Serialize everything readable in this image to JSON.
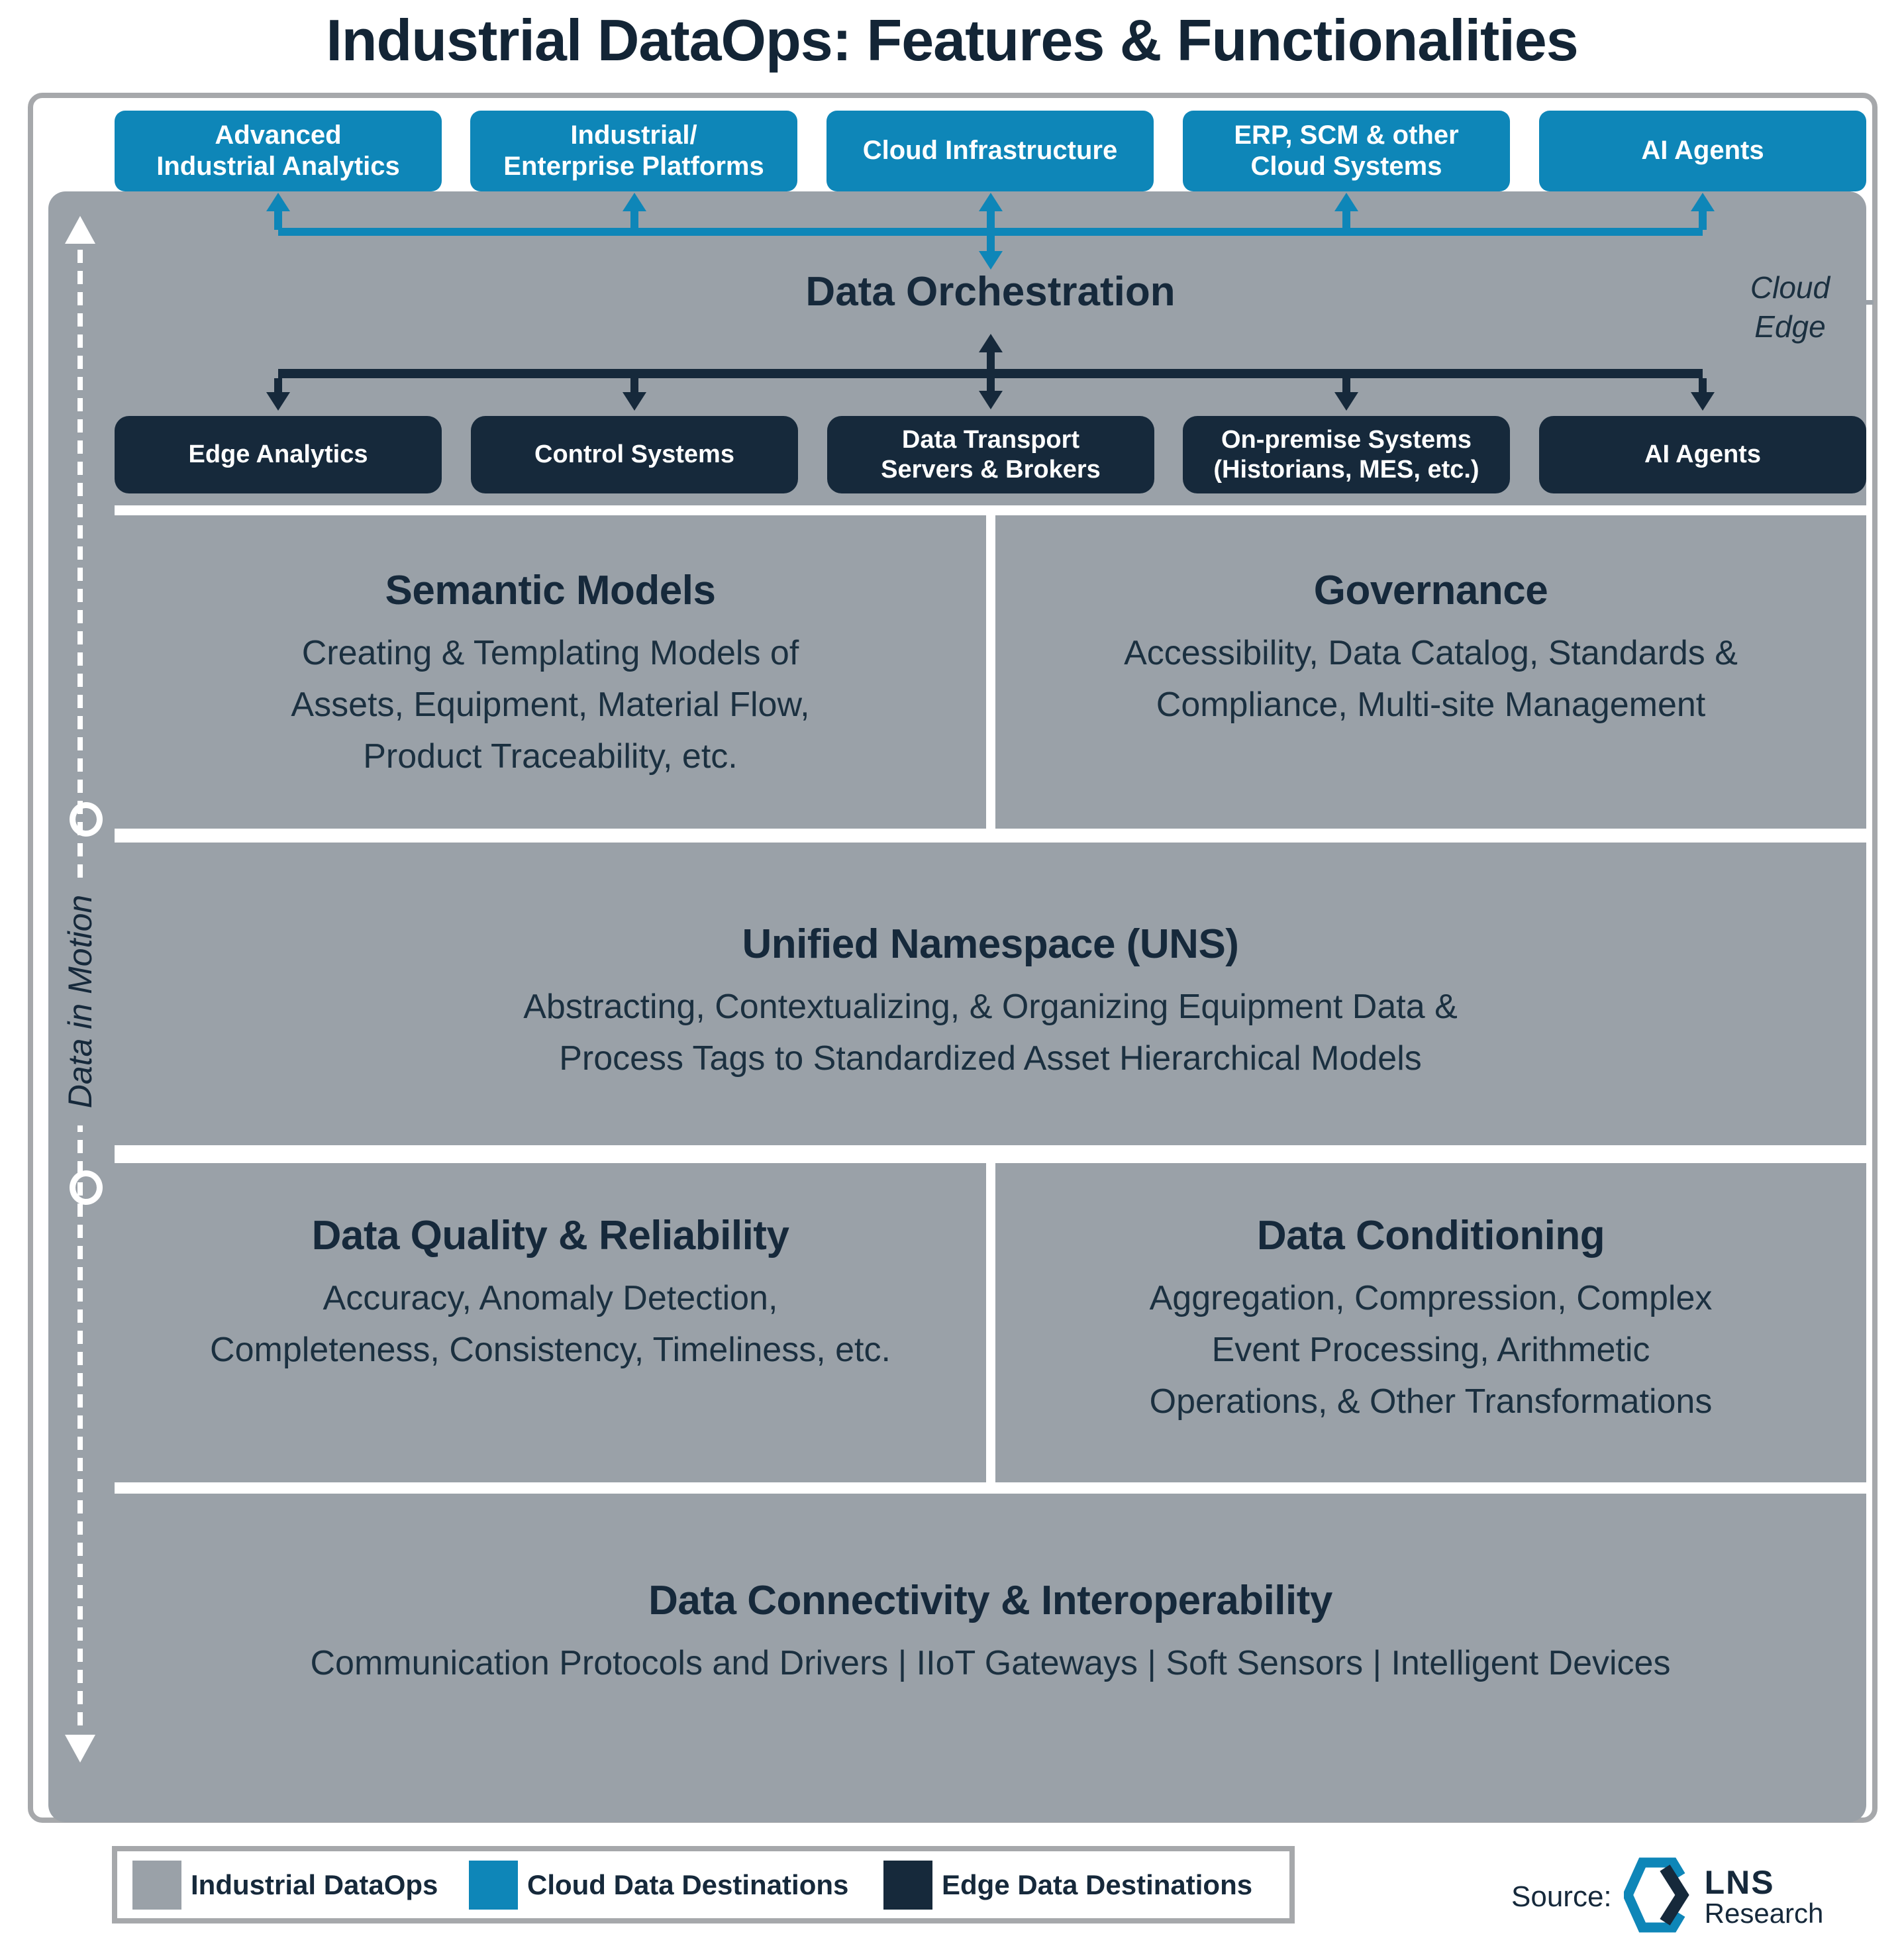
{
  "title": "Industrial DataOps: Features & Functionalities",
  "cloud_boxes": [
    "Advanced\nIndustrial Analytics",
    "Industrial/\nEnterprise Platforms",
    "Cloud Infrastructure",
    "ERP, SCM & other\nCloud Systems",
    "AI Agents"
  ],
  "edge_boxes": [
    "Edge Analytics",
    "Control Systems",
    "Data Transport\nServers & Brokers",
    "On-premise Systems\n(Historians, MES, etc.)",
    "AI Agents"
  ],
  "orchestration_title": "Data Orchestration",
  "zone_labels": {
    "cloud": "Cloud",
    "edge": "Edge"
  },
  "axis_label": "Data in Motion",
  "sections": {
    "semantic_models": {
      "title": "Semantic Models",
      "body": "Creating & Templating Models of\nAssets, Equipment, Material Flow,\nProduct Traceability, etc."
    },
    "governance": {
      "title": "Governance",
      "body": "Accessibility, Data Catalog, Standards &\nCompliance, Multi-site Management"
    },
    "uns": {
      "title": "Unified Namespace (UNS)",
      "body": "Abstracting, Contextualizing, & Organizing Equipment Data &\nProcess Tags to Standardized Asset Hierarchical Models"
    },
    "data_quality": {
      "title": "Data Quality & Reliability",
      "body": "Accuracy, Anomaly Detection,\nCompleteness, Consistency, Timeliness, etc."
    },
    "data_conditioning": {
      "title": "Data Conditioning",
      "body": "Aggregation, Compression, Complex\nEvent Processing, Arithmetic\nOperations, & Other Transformations"
    },
    "connectivity": {
      "title": "Data Connectivity & Interoperability",
      "body": "Communication Protocols and Drivers | IIoT Gateways | Soft Sensors | Intelligent Devices"
    }
  },
  "legend": {
    "items": [
      {
        "label": "Industrial DataOps",
        "color": "#9aa1a8"
      },
      {
        "label": "Cloud Data Destinations",
        "color": "#0e86b8"
      },
      {
        "label": "Edge Data Destinations",
        "color": "#16293b"
      }
    ]
  },
  "source": {
    "label": "Source:",
    "brand_top": "LNS",
    "brand_bottom": "Research"
  },
  "colors": {
    "cloud_blue": "#0e86b8",
    "edge_navy": "#16293b",
    "dataops_gray": "#9aa1a8",
    "border_gray": "#a6a8ab",
    "heading_navy": "#16293b",
    "body_navy": "#1b3040"
  }
}
